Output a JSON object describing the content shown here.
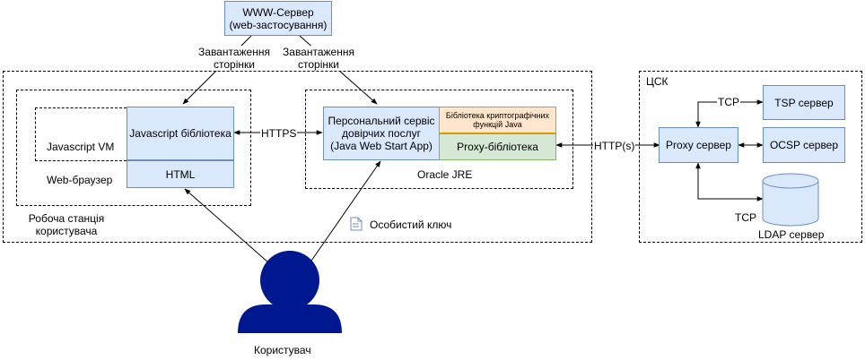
{
  "diagram": {
    "www_server": {
      "line1": "WWW-Сервер",
      "line2": "(web-застосування)"
    },
    "page_load_left": {
      "line1": "Завантаження",
      "line2": "сторінки"
    },
    "page_load_right": {
      "line1": "Завантаження",
      "line2": "сторінки"
    },
    "workstation": {
      "line1": "Робоча станція",
      "line2": "користувача"
    },
    "browser_label": "Web-браузер",
    "jsvm_label": "Javascript VM",
    "js_library": "Javascript бібліотека",
    "html_box": "HTML",
    "https_label": "HTTPS",
    "service": {
      "line1": "Персональний сервіс",
      "line2": "довірчих послуг",
      "line3": "(Java Web Start App)"
    },
    "crypto_lib": {
      "line1": "Бібліотека криптографічних",
      "line2": "функцій Java"
    },
    "proxy_lib": "Proxy-бібліотека",
    "jre_label": "Oracle JRE",
    "private_key": "Особистий ключ",
    "user_label": "Користувач",
    "http_label": "HTTP(s)",
    "csk_label": "ЦСК",
    "proxy_server": "Proxy сервер",
    "tsp_server": "TSP сервер",
    "ocsp_server": "OCSP сервер",
    "tcp_top": "TCP",
    "tcp_bottom": "TCP",
    "ldap_server": "LDAP сервер"
  },
  "colors": {
    "blue_fill": "#dae8fc",
    "blue_stroke": "#6c8ebf",
    "green_fill": "#d5e8d4",
    "green_stroke": "#82b366",
    "orange_fill": "#ffe6cc",
    "orange_stroke": "#d79b00",
    "user_figure": "#00188f"
  },
  "icons": {
    "private_key": "document-key-icon",
    "user": "user-silhouette-icon"
  }
}
